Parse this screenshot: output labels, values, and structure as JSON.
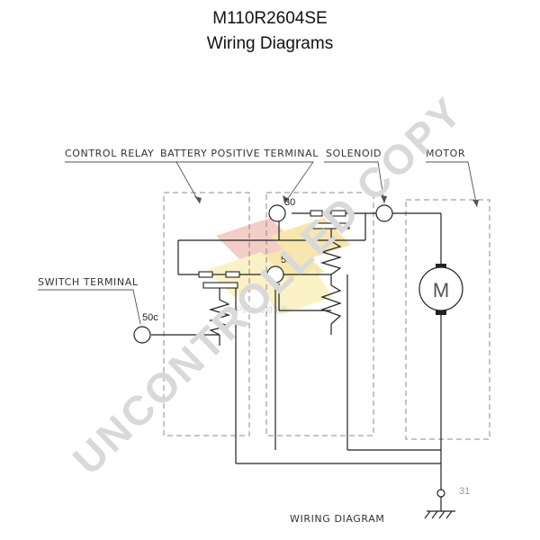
{
  "title": "M110R2604SE",
  "subtitle": "Wiring Diagrams",
  "labels": {
    "control_relay": "CONTROL RELAY",
    "battery_positive_terminal": "BATTERY POSITIVE TERMINAL",
    "solenoid": "SOLENOID",
    "motor": "MOTOR",
    "switch_terminal": "SWITCH TERMINAL",
    "wiring_diagram": "WIRING DIAGRAM"
  },
  "terminals": {
    "t30": "30",
    "t50": "50",
    "t50c": "50c",
    "t31": "31"
  },
  "motor_symbol": "M",
  "watermark": "UNCONTROLLED COPY",
  "logo_text": "Pirtó-Vill Kft"
}
